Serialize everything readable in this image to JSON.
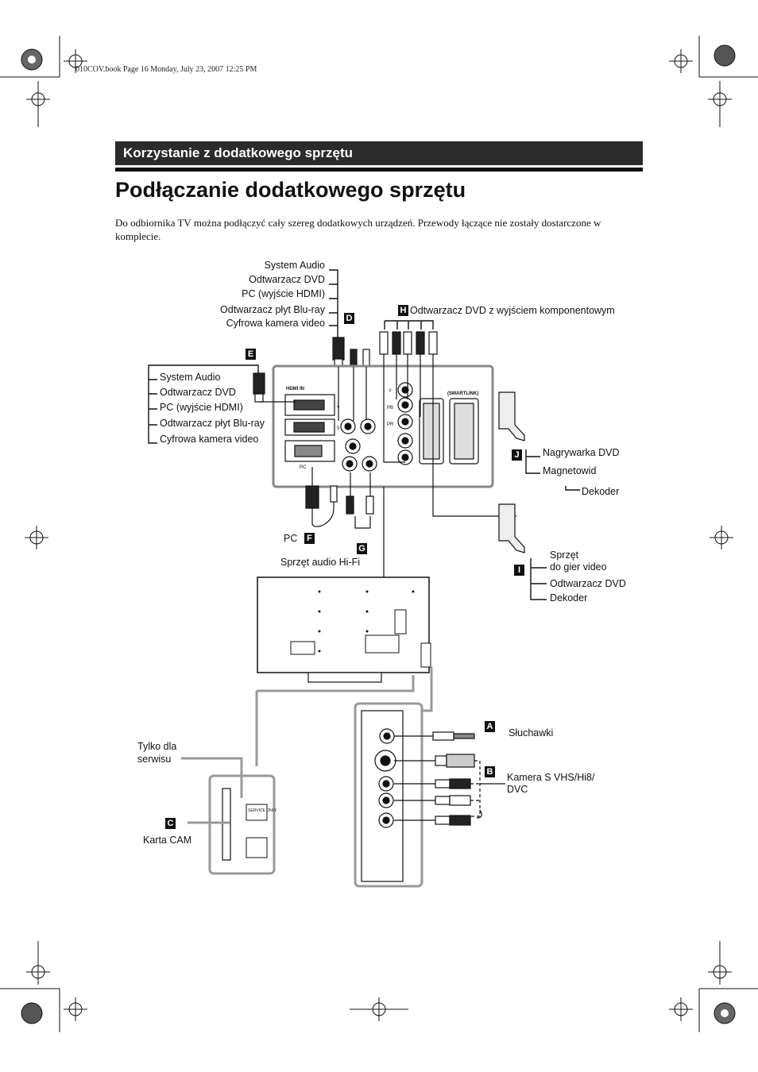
{
  "header": {
    "book_line": "010COV.book  Page 16  Monday, July 23, 2007  12:25 PM"
  },
  "section": {
    "title": "Korzystanie z dodatkowego sprzętu"
  },
  "page": {
    "title": "Podłączanie dodatkowego sprzętu",
    "intro": "Do odbiornika TV można podłączyć cały szereg dodatkowych urządzeń. Przewody łączące nie zostały dostarczone w komplecie."
  },
  "diagram": {
    "group_d": {
      "letter": "D",
      "items": [
        "System Audio",
        "Odtwarzacz DVD",
        "PC (wyjście HDMI)",
        "Odtwarzacz płyt Blu-ray",
        "Cyfrowa kamera video"
      ]
    },
    "group_h": {
      "letter": "H",
      "label": "Odtwarzacz DVD z wyjściem komponentowym"
    },
    "group_e": {
      "letter": "E",
      "items": [
        "System Audio",
        "Odtwarzacz DVD",
        "PC (wyjście HDMI)",
        "Odtwarzacz płyt Blu-ray",
        "Cyfrowa kamera video"
      ]
    },
    "group_j": {
      "letter": "J",
      "items": [
        "Nagrywarka DVD",
        "Magnetowid",
        "Dekoder"
      ]
    },
    "group_f": {
      "letter": "F",
      "label": "PC"
    },
    "group_g": {
      "letter": "G",
      "label": "Sprzęt audio Hi-Fi"
    },
    "group_i": {
      "letter": "I",
      "items": [
        "Sprzęt",
        "do gier video",
        "Odtwarzacz DVD",
        "Dekoder"
      ]
    },
    "group_a": {
      "letter": "A",
      "label": "Słuchawki"
    },
    "group_b": {
      "letter": "B",
      "label_line1": "Kamera S VHS/Hi8/",
      "label_line2": "DVC"
    },
    "group_c": {
      "letter": "C",
      "label": "Karta CAM"
    },
    "service_label_line1": "Tylko dla",
    "service_label_line2": "serwisu",
    "panel_labels": {
      "hdmi_in": "HDMI IN",
      "hdmi_4": "4",
      "hdmi_5": "5",
      "pc": "PC",
      "smartlink": "(SMARTLINK)",
      "service_only": "SERVICE ONLY",
      "y": "Y",
      "pb": "PB",
      "pr": "PR"
    }
  }
}
